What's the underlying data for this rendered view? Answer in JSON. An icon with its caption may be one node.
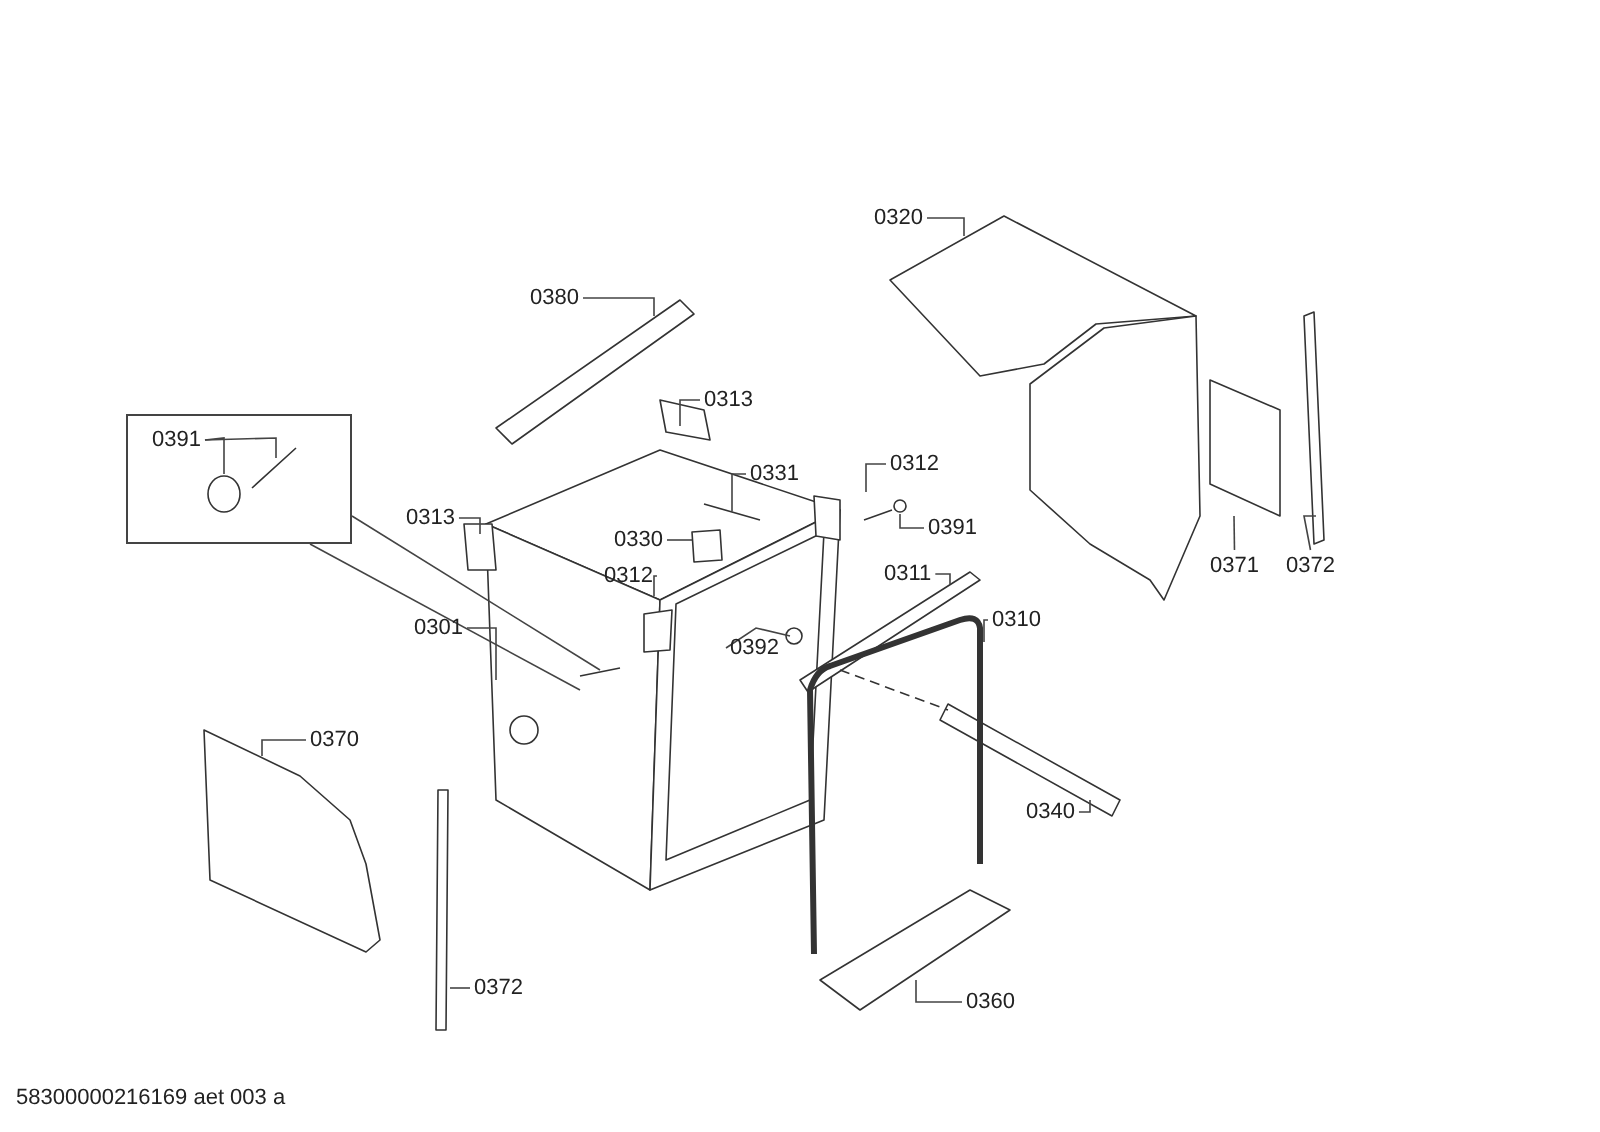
{
  "diagram": {
    "nodes": [
      {
        "text": [
          "0320"
        ]
      },
      {
        "text": [
          "0380"
        ]
      },
      {
        "text": [
          "0313"
        ]
      },
      {
        "text": [],
        "shape": "box"
      },
      {
        "text": [
          "0391"
        ],
        "in": 3
      },
      {
        "text": [
          "0312"
        ]
      },
      {
        "text": [
          "0331"
        ]
      },
      {
        "text": [
          "0313"
        ]
      },
      {
        "text": [
          "0391"
        ]
      },
      {
        "text": [
          "0330"
        ]
      },
      {
        "text": [
          "0371"
        ]
      },
      {
        "text": [
          "0372"
        ]
      },
      {
        "text": [
          "0311"
        ]
      },
      {
        "text": [
          "0312"
        ]
      },
      {
        "text": [
          "0310"
        ]
      },
      {
        "text": [
          "0301"
        ]
      },
      {
        "text": [
          "0392"
        ]
      },
      {
        "text": [
          "0370"
        ]
      },
      {
        "text": [
          "0340"
        ]
      },
      {
        "text": [
          "0372"
        ]
      },
      {
        "text": [
          "0360"
        ]
      }
    ],
    "edges": [
      {
        "from": 0,
        "to": null,
        "arrow": "none"
      },
      {
        "from": 1,
        "to": null,
        "arrow": "none"
      },
      {
        "from": 2,
        "to": null,
        "arrow": "none"
      },
      {
        "from": 3,
        "to": null,
        "arrow": "none"
      },
      {
        "from": 3,
        "to": null,
        "arrow": "none"
      },
      {
        "from": 4,
        "to": null,
        "arrow": "none"
      },
      {
        "from": 4,
        "to": null,
        "arrow": "none"
      },
      {
        "from": 5,
        "to": null,
        "arrow": "none"
      },
      {
        "from": 6,
        "to": null,
        "arrow": "none"
      },
      {
        "from": 7,
        "to": null,
        "arrow": "none"
      },
      {
        "from": 8,
        "to": null,
        "arrow": "none"
      },
      {
        "from": 9,
        "to": null,
        "arrow": "none"
      },
      {
        "from": 10,
        "to": null,
        "arrow": "none"
      },
      {
        "from": 11,
        "to": null,
        "arrow": "none"
      },
      {
        "from": 12,
        "to": null,
        "arrow": "none"
      },
      {
        "from": 13,
        "to": null,
        "arrow": "none"
      },
      {
        "from": 14,
        "to": null,
        "arrow": "none"
      },
      {
        "from": 15,
        "to": null,
        "arrow": "none"
      },
      {
        "from": 16,
        "to": null,
        "arrow": "none"
      },
      {
        "from": 17,
        "to": null,
        "arrow": "none"
      },
      {
        "from": 18,
        "to": null,
        "arrow": "none"
      },
      {
        "from": 19,
        "to": null,
        "arrow": "none"
      },
      {
        "from": 20,
        "to": null,
        "arrow": "none"
      }
    ],
    "labels": [
      "58300000216169 aet 003 a"
    ]
  }
}
